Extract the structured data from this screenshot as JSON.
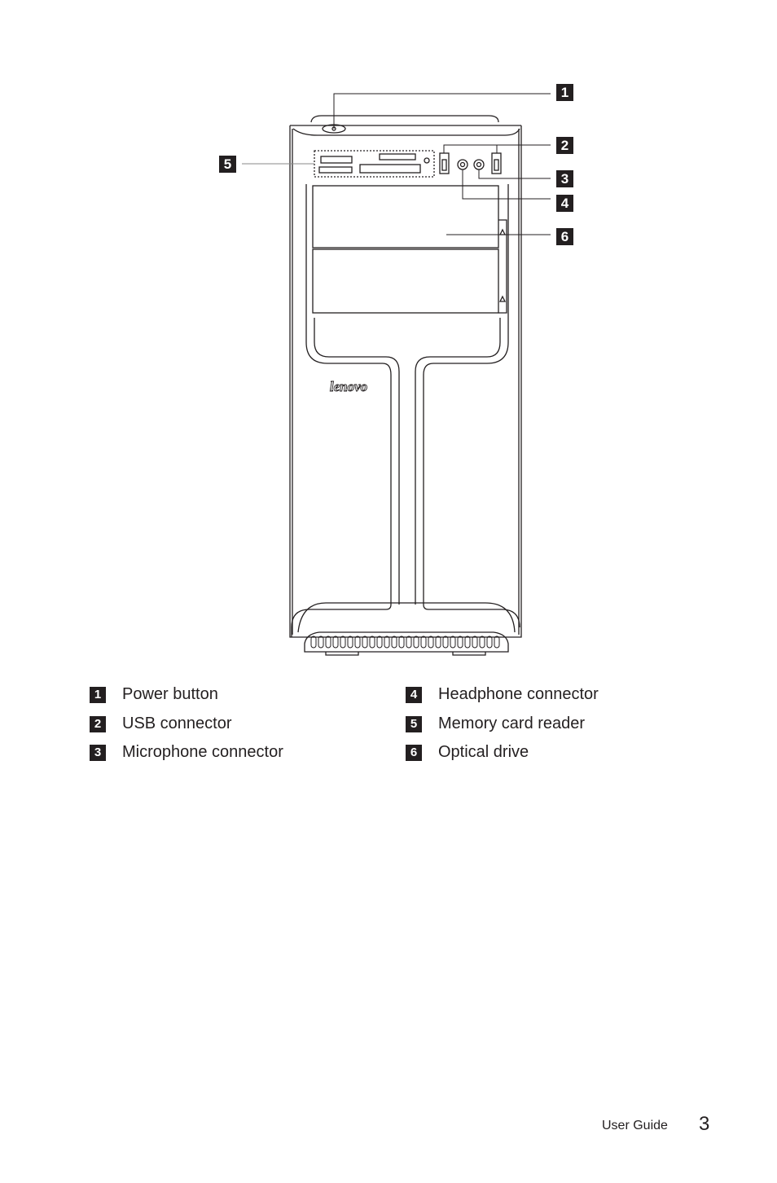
{
  "callouts": [
    "1",
    "2",
    "3",
    "4",
    "5",
    "6"
  ],
  "logo_text": "lenovo",
  "legend": {
    "left": [
      {
        "num": "1",
        "label": "Power button"
      },
      {
        "num": "2",
        "label": "USB connector"
      },
      {
        "num": "3",
        "label": "Microphone connector"
      }
    ],
    "right": [
      {
        "num": "4",
        "label": "Headphone connector"
      },
      {
        "num": "5",
        "label": "Memory card reader"
      },
      {
        "num": "6",
        "label": "Optical drive"
      }
    ]
  },
  "footer": {
    "title": "User Guide",
    "page": "3"
  }
}
